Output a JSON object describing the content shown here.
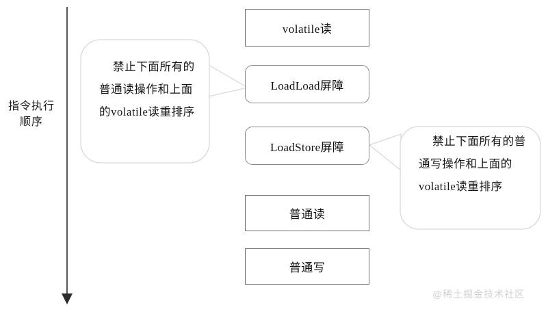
{
  "diagram": {
    "axis": {
      "label": "指令执行\n顺序",
      "arrow_direction": "down"
    },
    "sequence": [
      {
        "id": "volatile-read",
        "label": "volatile读",
        "shape": "rect"
      },
      {
        "id": "loadload",
        "label": "LoadLoad屏障",
        "shape": "rounded-rect"
      },
      {
        "id": "loadstore",
        "label": "LoadStore屏障",
        "shape": "rounded-rect"
      },
      {
        "id": "normal-read",
        "label": "普通读",
        "shape": "rect"
      },
      {
        "id": "normal-write",
        "label": "普通写",
        "shape": "rect"
      }
    ],
    "callouts": [
      {
        "id": "loadload-note",
        "text": "禁止下面所有的普通读操作和上面的volatile读重排序",
        "points_to": "loadload",
        "side": "left"
      },
      {
        "id": "loadstore-note",
        "text": "禁止下面所有的普通写操作和上面的volatile读重排序",
        "points_to": "loadstore",
        "side": "right"
      }
    ],
    "watermark": "@稀土掘金技术社区",
    "colors": {
      "box_border": "#6e6e6e",
      "barrier_border": "#8a8a8a",
      "callout_border": "#d8d8d8",
      "arrow": "#2b2b2b",
      "text": "#111111",
      "watermark": "#d2d2d2",
      "background": "#ffffff"
    }
  }
}
